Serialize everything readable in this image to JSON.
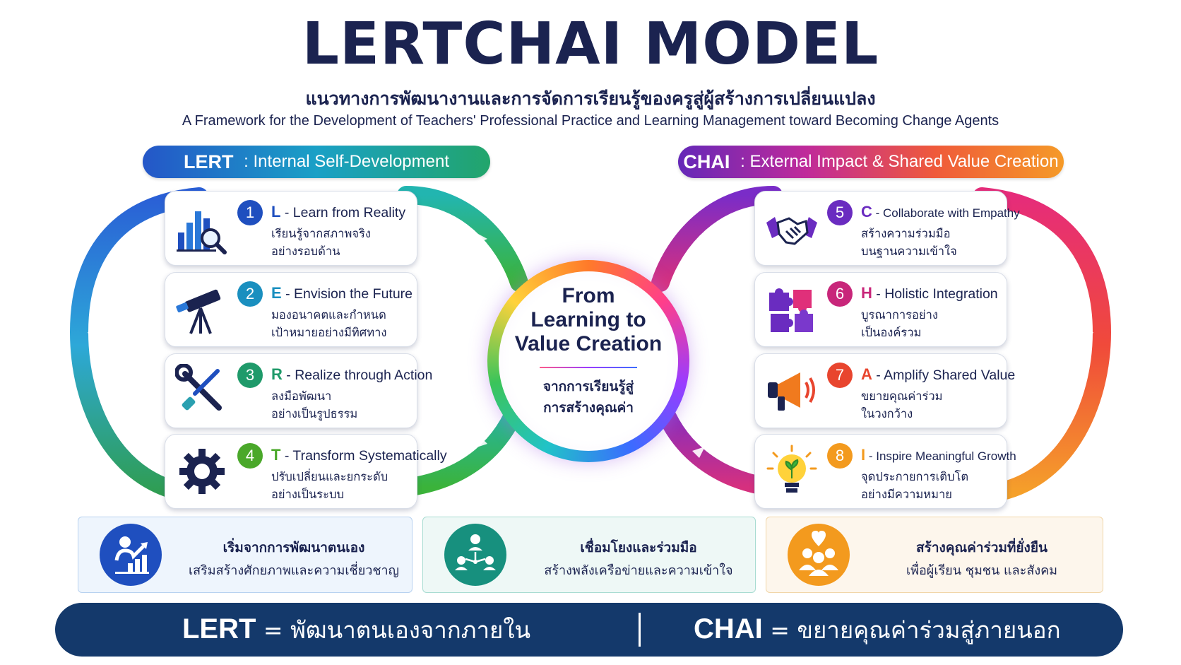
{
  "title": "LERTCHAI MODEL",
  "subtitle_th": "แนวทางการพัฒนางานและการจัดการเรียนรู้ของครูสู่ผู้สร้างการเปลี่ยนแปลง",
  "subtitle_en": "A Framework for the Development of Teachers' Professional Practice and Learning Management toward Becoming Change Agents",
  "lert_header": {
    "code": "LERT",
    "sep": " : ",
    "label": "Internal Self-Development"
  },
  "chai_header": {
    "code": "CHAI",
    "sep": " : ",
    "label": "External Impact & Shared Value Creation"
  },
  "center": {
    "en_line1": "From",
    "en_line2": "Learning to",
    "en_line3": "Value Creation",
    "th_line1": "จากการเรียนรู้สู่",
    "th_line2": "การสร้างคุณค่า"
  },
  "steps": [
    {
      "num": "1",
      "letter": "L",
      "title": " - Learn from Reality",
      "th1": "เรียนรู้จากสภาพจริง",
      "th2": "อย่างรอบด้าน",
      "color": "#1f4fbf",
      "icon": "chart-magnifier-icon"
    },
    {
      "num": "2",
      "letter": "E",
      "title": " - Envision the Future",
      "th1": "มองอนาคตและกำหนด",
      "th2": "เป้าหมายอย่างมีทิศทาง",
      "color": "#1a8fbf",
      "icon": "telescope-icon"
    },
    {
      "num": "3",
      "letter": "R",
      "title": " - Realize through Action",
      "th1": "ลงมือพัฒนา",
      "th2": "อย่างเป็นรูปธรรม",
      "color": "#1f9a6a",
      "icon": "tools-icon"
    },
    {
      "num": "4",
      "letter": "T",
      "title": " - Transform Systematically",
      "th1": "ปรับเปลี่ยนและยกระดับ",
      "th2": "อย่างเป็นระบบ",
      "color": "#4aa82a",
      "icon": "gear-icon"
    },
    {
      "num": "5",
      "letter": "C",
      "title": " - Collaborate with Empathy",
      "th1": "สร้างความร่วมมือ",
      "th2": "บนฐานความเข้าใจ",
      "color": "#6a2cc0",
      "icon": "handshake-icon"
    },
    {
      "num": "6",
      "letter": "H",
      "title": " - Holistic Integration",
      "th1": "บูรณาการอย่าง",
      "th2": "เป็นองค์รวม",
      "color": "#c8267a",
      "icon": "puzzle-icon"
    },
    {
      "num": "7",
      "letter": "A",
      "title": " - Amplify Shared Value",
      "th1": "ขยายคุณค่าร่วม",
      "th2": "ในวงกว้าง",
      "color": "#e8452e",
      "icon": "megaphone-icon"
    },
    {
      "num": "8",
      "letter": "I",
      "title": " - Inspire Meaningful Growth",
      "th1": "จุดประกายการเติบโต",
      "th2": "อย่างมีความหมาย",
      "color": "#f39a1e",
      "icon": "lightbulb-plant-icon"
    }
  ],
  "bottom_boxes": [
    {
      "line1": "เริ่มจากการพัฒนาตนเอง",
      "line2": "เสริมสร้างศักยภาพและความเชี่ยวชาญ",
      "icon": "person-growth-icon",
      "color": "#1f4fbf"
    },
    {
      "line1": "เชื่อมโยงและร่วมมือ",
      "line2": "สร้างพลังเครือข่ายและความเข้าใจ",
      "icon": "network-people-icon",
      "color": "#17907e"
    },
    {
      "line1": "สร้างคุณค่าร่วมที่ยั่งยืน",
      "line2": "เพื่อผู้เรียน ชุมชน และสังคม",
      "icon": "community-heart-icon",
      "color": "#f39a1e"
    }
  ],
  "summary": {
    "left_code": "LERT",
    "left_text": " = พัฒนาตนเองจากภายใน",
    "right_code": "CHAI",
    "right_text": " = ขยายคุณค่าร่วมสู่ภายนอก"
  }
}
